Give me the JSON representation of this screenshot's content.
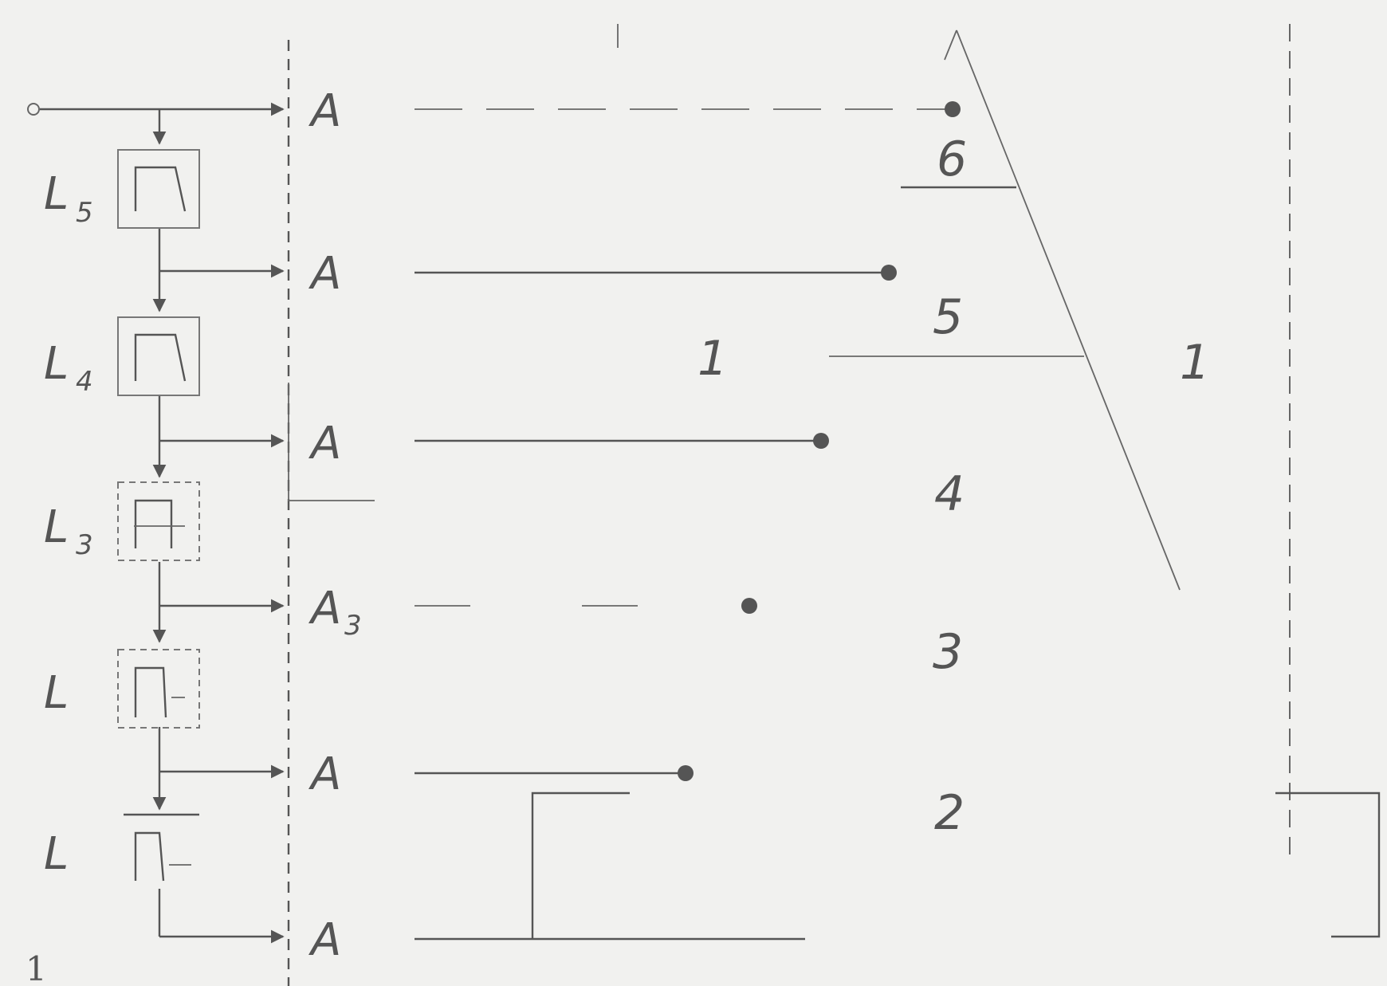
{
  "figure_number": "1",
  "filters": [
    {
      "letter": "L",
      "sub": "5"
    },
    {
      "letter": "L",
      "sub": "4"
    },
    {
      "letter": "L",
      "sub": "3"
    },
    {
      "letter": "L",
      "sub": ""
    },
    {
      "letter": "L",
      "sub": ""
    }
  ],
  "outputs": [
    {
      "letter": "A",
      "sub": ""
    },
    {
      "letter": "A",
      "sub": ""
    },
    {
      "letter": "A",
      "sub": ""
    },
    {
      "letter": "A",
      "sub": "3"
    },
    {
      "letter": "A",
      "sub": ""
    },
    {
      "letter": "A",
      "sub": ""
    }
  ],
  "region_labels": [
    "6",
    "5",
    "4",
    "3",
    "2"
  ],
  "side_labels": [
    "1",
    "1"
  ]
}
